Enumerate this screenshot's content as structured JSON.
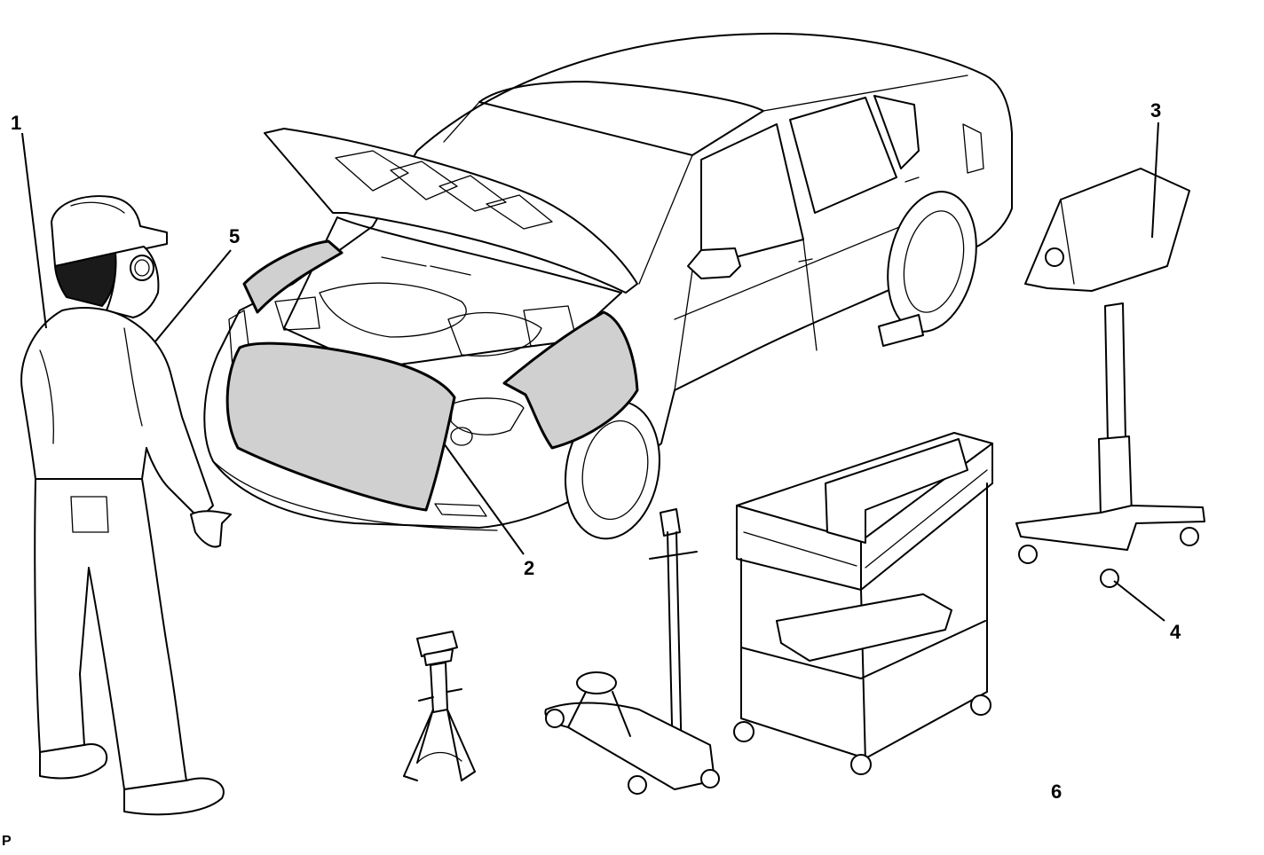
{
  "diagram": {
    "callouts": [
      {
        "id": "1",
        "label": "1"
      },
      {
        "id": "2",
        "label": "2"
      },
      {
        "id": "3",
        "label": "3"
      },
      {
        "id": "4",
        "label": "4"
      },
      {
        "id": "5",
        "label": "5"
      },
      {
        "id": "6",
        "label": "6"
      }
    ],
    "corner_mark": "P",
    "colors": {
      "line": "#000000",
      "cover_fill": "#d0d0d0",
      "background": "#ffffff",
      "hair": "#1a1a1a"
    }
  }
}
